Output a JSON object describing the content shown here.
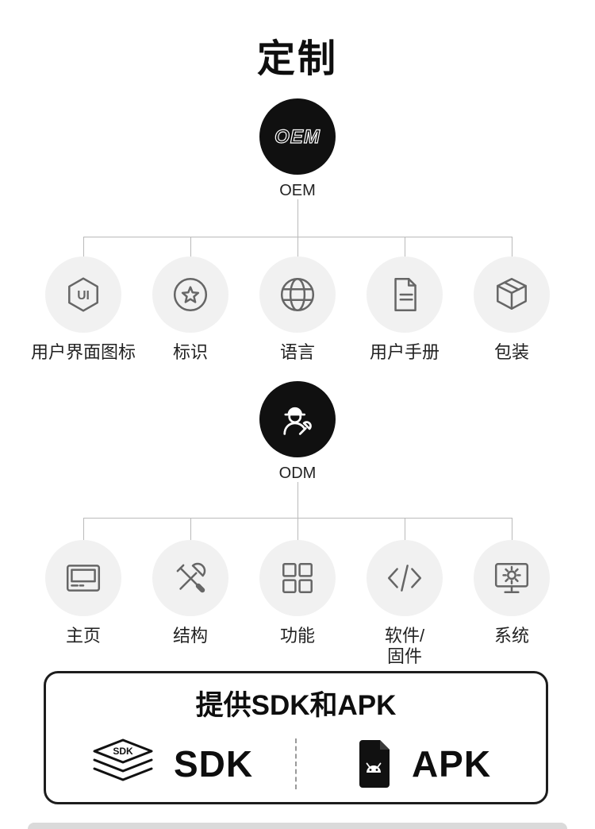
{
  "title": "定制",
  "colors": {
    "badge_bg": "#101010",
    "node_bg": "#f1f1f1",
    "icon_stroke": "#666666",
    "connector": "#bababa",
    "card_border": "#1d1d1d"
  },
  "oem": {
    "label": "OEM",
    "logo_text": "OEM",
    "children": [
      {
        "label": "用户界面图标",
        "icon": "ui-hexagon-icon",
        "icon_text": "UI"
      },
      {
        "label": "标识",
        "icon": "badge-star-icon"
      },
      {
        "label": "语言",
        "icon": "globe-icon"
      },
      {
        "label": "用户手册",
        "icon": "manual-document-icon"
      },
      {
        "label": "包装",
        "icon": "package-box-icon"
      }
    ]
  },
  "odm": {
    "label": "ODM",
    "icon": "engineer-wrench-icon",
    "children": [
      {
        "label": "主页",
        "icon": "homepage-screen-icon"
      },
      {
        "label": "结构",
        "icon": "structure-tools-icon"
      },
      {
        "label": "功能",
        "icon": "function-grid-icon"
      },
      {
        "label": "软件/\n固件",
        "icon": "software-code-icon"
      },
      {
        "label": "系统",
        "icon": "system-monitor-gear-icon"
      }
    ]
  },
  "sdk_apk_card": {
    "title": "提供SDK和APK",
    "sdk": {
      "label": "SDK",
      "icon_text": "SDK"
    },
    "apk": {
      "label": "APK"
    }
  }
}
